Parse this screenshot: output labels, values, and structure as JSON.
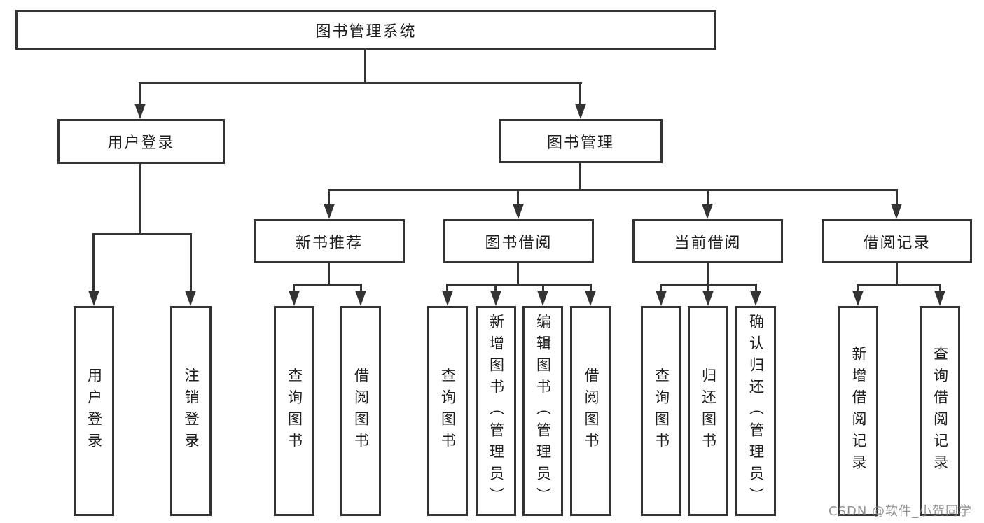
{
  "diagram": {
    "root": {
      "label": "图书管理系统"
    },
    "level2": {
      "user_login": {
        "label": "用户登录"
      },
      "book_management": {
        "label": "图书管理"
      }
    },
    "level3": {
      "new_book_recommend": {
        "label": "新书推荐"
      },
      "book_borrow": {
        "label": "图书借阅"
      },
      "current_borrow": {
        "label": "当前借阅"
      },
      "borrow_records": {
        "label": "借阅记录"
      }
    },
    "leaves": {
      "user_login": {
        "label": "用户登录"
      },
      "logout": {
        "label": "注销登录"
      },
      "nb_query_books": {
        "label": "查询图书"
      },
      "nb_borrow_books": {
        "label": "借阅图书"
      },
      "bb_query_books": {
        "label": "查询图书"
      },
      "bb_add_books": {
        "label": "新增图书（管理员）"
      },
      "bb_edit_books": {
        "label": "编辑图书（管理员）"
      },
      "bb_borrow_books": {
        "label": "借阅图书"
      },
      "cb_query_books": {
        "label": "查询图书"
      },
      "cb_return_books": {
        "label": "归还图书"
      },
      "cb_confirm_return": {
        "label": "确认归还（管理员）"
      },
      "br_add_record": {
        "label": "新增借阅记录"
      },
      "br_query_record": {
        "label": "查询借阅记录"
      }
    },
    "watermark": {
      "text": "CSDN @软件_小贺同学"
    },
    "colors": {
      "line": "#333333",
      "text": "#1f1f1f",
      "background": "#ffffff",
      "watermark": "#808080"
    }
  }
}
